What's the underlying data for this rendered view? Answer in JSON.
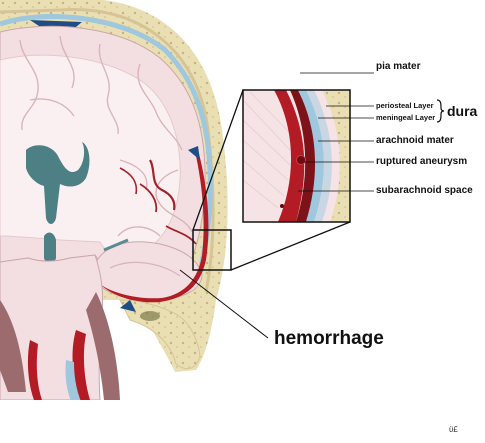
{
  "labels": {
    "pia_mater": "pia mater",
    "periosteal_layer": "periosteal Layer",
    "meningeal_layer": "meningeal Layer",
    "dura": "dura",
    "arachnoid_mater": "arachnoid mater",
    "ruptured_aneurysm": "ruptured aneurysm",
    "subarachnoid_space": "subarachnoid space",
    "hemorrhage": "hemorrhage"
  },
  "watermark": "ϋ£",
  "colors": {
    "bone": "#e9dfb3",
    "bone_marrow": "#cdb98a",
    "brain": "#f3dfe1",
    "white_matter": "#fbf0f1",
    "ventricle": "#4c8084",
    "csf_blue": "#9fc7de",
    "blood": "#b31c25",
    "dark_blood": "#7d1218",
    "dura_blue": "#1f4e86",
    "neck_muscle": "#9c6b6e",
    "callout_line": "#111111"
  }
}
